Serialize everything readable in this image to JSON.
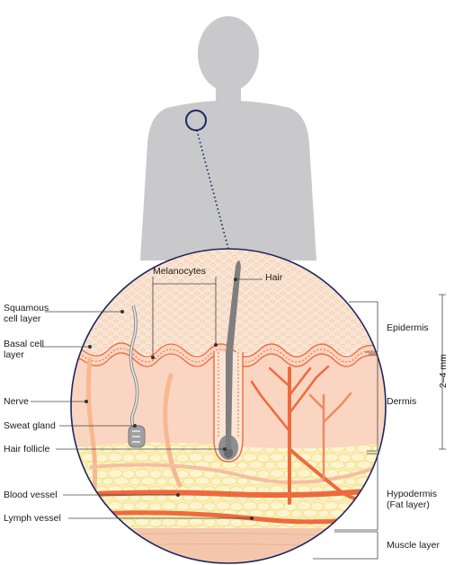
{
  "labels": {
    "hair": "Hair",
    "melanocytes": "Melanocytes",
    "squamous_line1": "Squamous",
    "squamous_line2": "cell layer",
    "basal_line1": "Basal cell",
    "basal_line2": "layer",
    "nerve": "Nerve",
    "sweat_gland": "Sweat gland",
    "hair_follicle": "Hair follicle",
    "blood_vessel": "Blood vessel",
    "lymph_vessel": "Lymph vessel",
    "epidermis": "Epidermis",
    "dermis": "Dermis",
    "hypodermis_line1": "Hypodermis",
    "hypodermis_line2": "(Fat layer)",
    "muscle_layer": "Muscle layer",
    "thickness": "2–4 mm"
  },
  "colors": {
    "silhouette": "#c9c9cb",
    "epidermis": "#f9e2cf",
    "dermis": "#fad5c1",
    "fat": "#fbedb0",
    "muscle": "#f4c7ad",
    "vessel": "#ee6a3c",
    "nerve": "#f7b890",
    "hair": "#7f7f80",
    "ring": "#1e2761"
  }
}
